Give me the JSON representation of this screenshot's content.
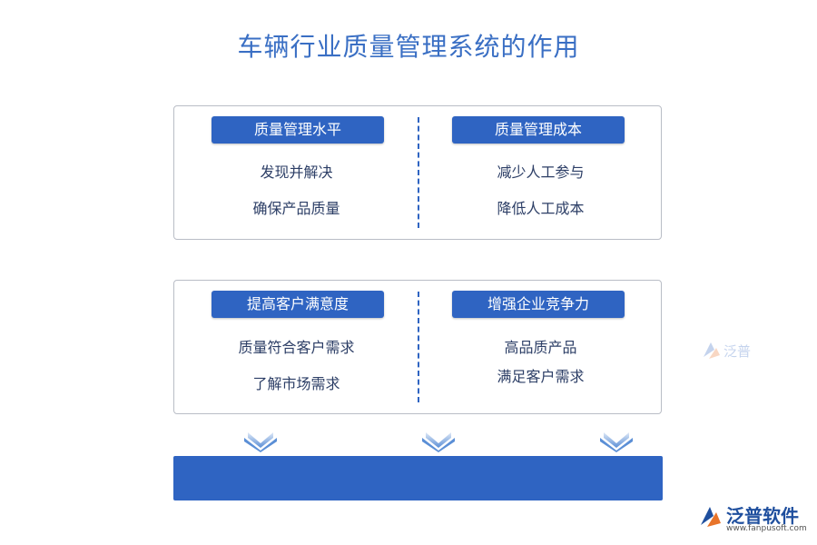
{
  "title": "车辆行业质量管理系统的作用",
  "panels": [
    {
      "left": {
        "heading": "质量管理水平",
        "items": [
          "发现并解决",
          "确保产品质量"
        ]
      },
      "right": {
        "heading": "质量管理成本",
        "items": [
          "减少人工参与",
          "降低人工成本"
        ]
      }
    },
    {
      "left": {
        "heading": "提高客户满意度",
        "items": [
          "质量符合客户需求",
          "了解市场需求"
        ]
      },
      "right": {
        "heading": "增强企业竞争力",
        "items": [
          "高品质产品",
          "满足客户需求"
        ]
      }
    }
  ],
  "watermark_text": "泛普",
  "logo": {
    "name": "泛普软件",
    "url": "www.fanpusoft.com"
  },
  "colors": {
    "accent": "#2f64c2",
    "title": "#3a6fc4",
    "arrow": "#5b8fd6"
  },
  "icons": {
    "arrow": "chevron-down-arrow",
    "logo": "fanpu-logo-icon"
  }
}
